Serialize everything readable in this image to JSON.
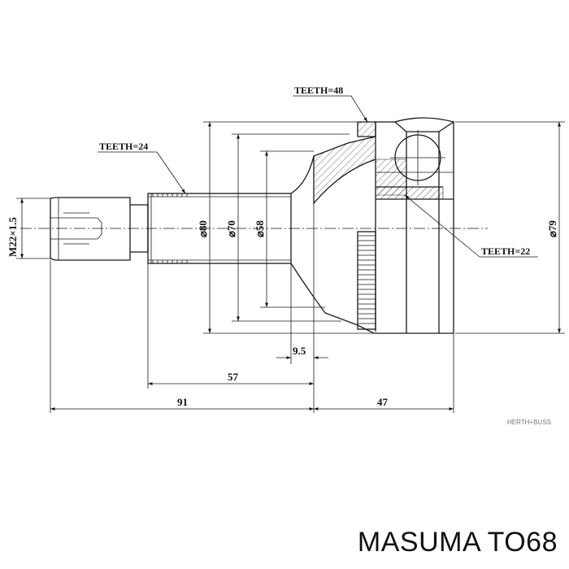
{
  "drawing": {
    "teeth_top": "TEETH=48",
    "teeth_left": "TEETH=24",
    "teeth_right": "TEETH=22",
    "thread_label": "M22×1.5",
    "dia_80": "⌀80",
    "dia_70": "⌀70",
    "dia_58": "⌀58",
    "dia_79": "⌀79",
    "dim_9_5": "9.5",
    "dim_57": "57",
    "dim_91": "91",
    "dim_47": "47",
    "watermark": "HERTH+BUSS"
  },
  "caption": "MASUMA TO68"
}
